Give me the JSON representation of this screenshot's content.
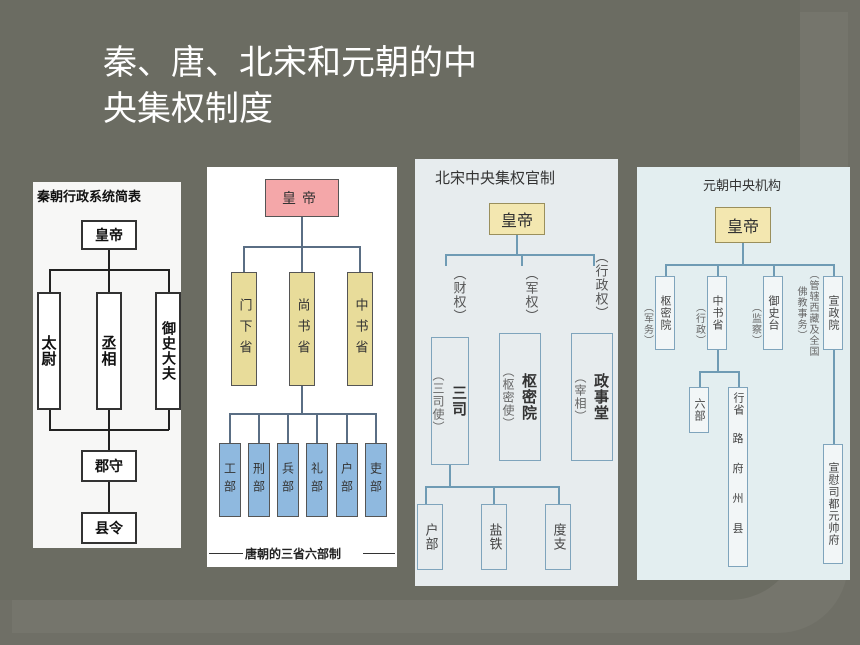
{
  "slide": {
    "title_line1": "秦、唐、北宋和元朝的中",
    "title_line2": "央集权制度"
  },
  "qin": {
    "caption": "秦朝行政系统简表",
    "emperor": "皇帝",
    "taiwei": "太尉",
    "chengxiang": "丞相",
    "yushi": "御史大夫",
    "junshou": "郡守",
    "xianling": "县令"
  },
  "tang": {
    "emperor": "皇帝",
    "menxia": "门下省",
    "shangshu": "尚书省",
    "zhongshu": "中书省",
    "gong": "工部",
    "xing": "刑部",
    "bing": "兵部",
    "li1": "礼部",
    "hu": "户部",
    "li2": "吏部",
    "caption": "唐朝的三省六部制"
  },
  "song": {
    "caption": "北宋中央集权官制",
    "emperor": "皇帝",
    "fin": "（财权）",
    "mil": "（军权）",
    "adm": "（行政权）",
    "sansi": "三司",
    "sansi_sub": "（三司使）",
    "shumi": "枢密院",
    "shumi_sub": "（枢密使）",
    "zhengshi": "政事堂",
    "zhengshi_sub": "（宰相）",
    "hubu": "户部",
    "yantie": "盐铁",
    "duzhi": "度支"
  },
  "yuan": {
    "caption": "元朝中央机构",
    "emperor": "皇帝",
    "shumi": "枢密院",
    "shumi_note": "（军务）",
    "zhongshu": "中书省",
    "zhongshu_note": "（行政）",
    "yushi": "御史台",
    "yushi_note": "（监察）",
    "xuanzheng": "宣政院",
    "xuanzheng_note": "（管辖西藏及全国佛教事务）",
    "liubu": "六部",
    "xingsheng": "行省",
    "lu": "路",
    "fu": "府",
    "zhou": "州",
    "xian": "县",
    "xuanwei": "宣慰司都元帅府"
  },
  "colors": {
    "background": "#6b6c62",
    "tang_emperor": "#f4a7a9",
    "tang_sheng": "#e8dc9a",
    "tang_bu": "#8fb9df",
    "song_emperor": "#f3e7b0",
    "yuan_emperor": "#f3e7b0"
  }
}
